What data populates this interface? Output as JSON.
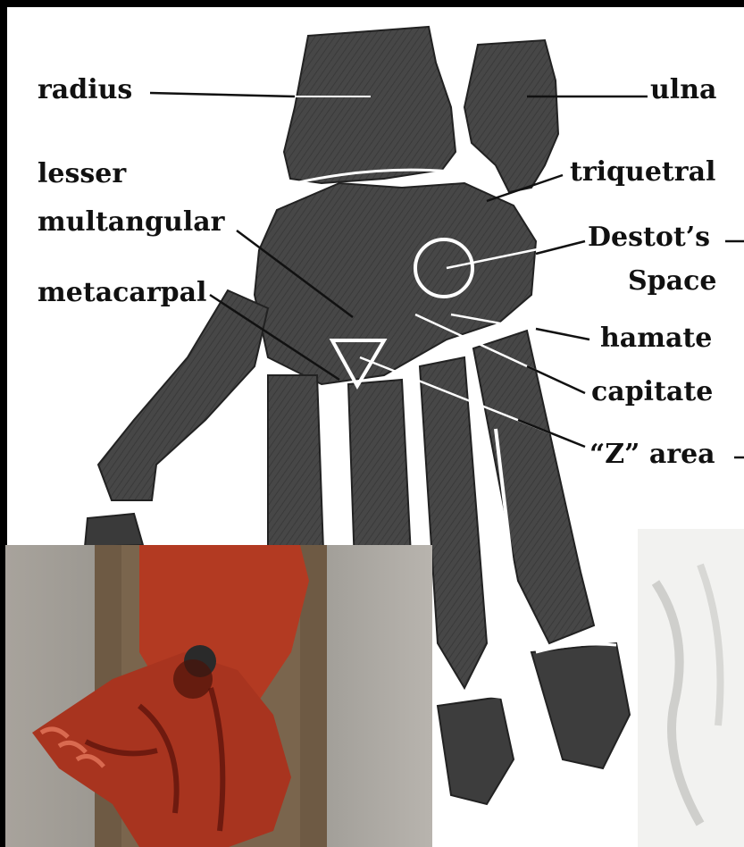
{
  "labels": {
    "radius": "radius",
    "ulna": "ulna",
    "lesser": "lesser",
    "multangular": "multangular",
    "triquetral": "triquetral",
    "destots": "Destot’s",
    "space": "Space",
    "metacarpal": "metacarpal",
    "hamate": "hamate",
    "capitate": "capitate",
    "z_area": "“Z” area"
  },
  "colors": {
    "bone": "#4a4a4a",
    "bone_dark": "#2f2f2f",
    "bone_light": "#8d8d8d",
    "line": "#111111",
    "highlight": "#ffffff",
    "background": "#ffffff",
    "frame": "#000000",
    "blood": "#b23a22"
  }
}
